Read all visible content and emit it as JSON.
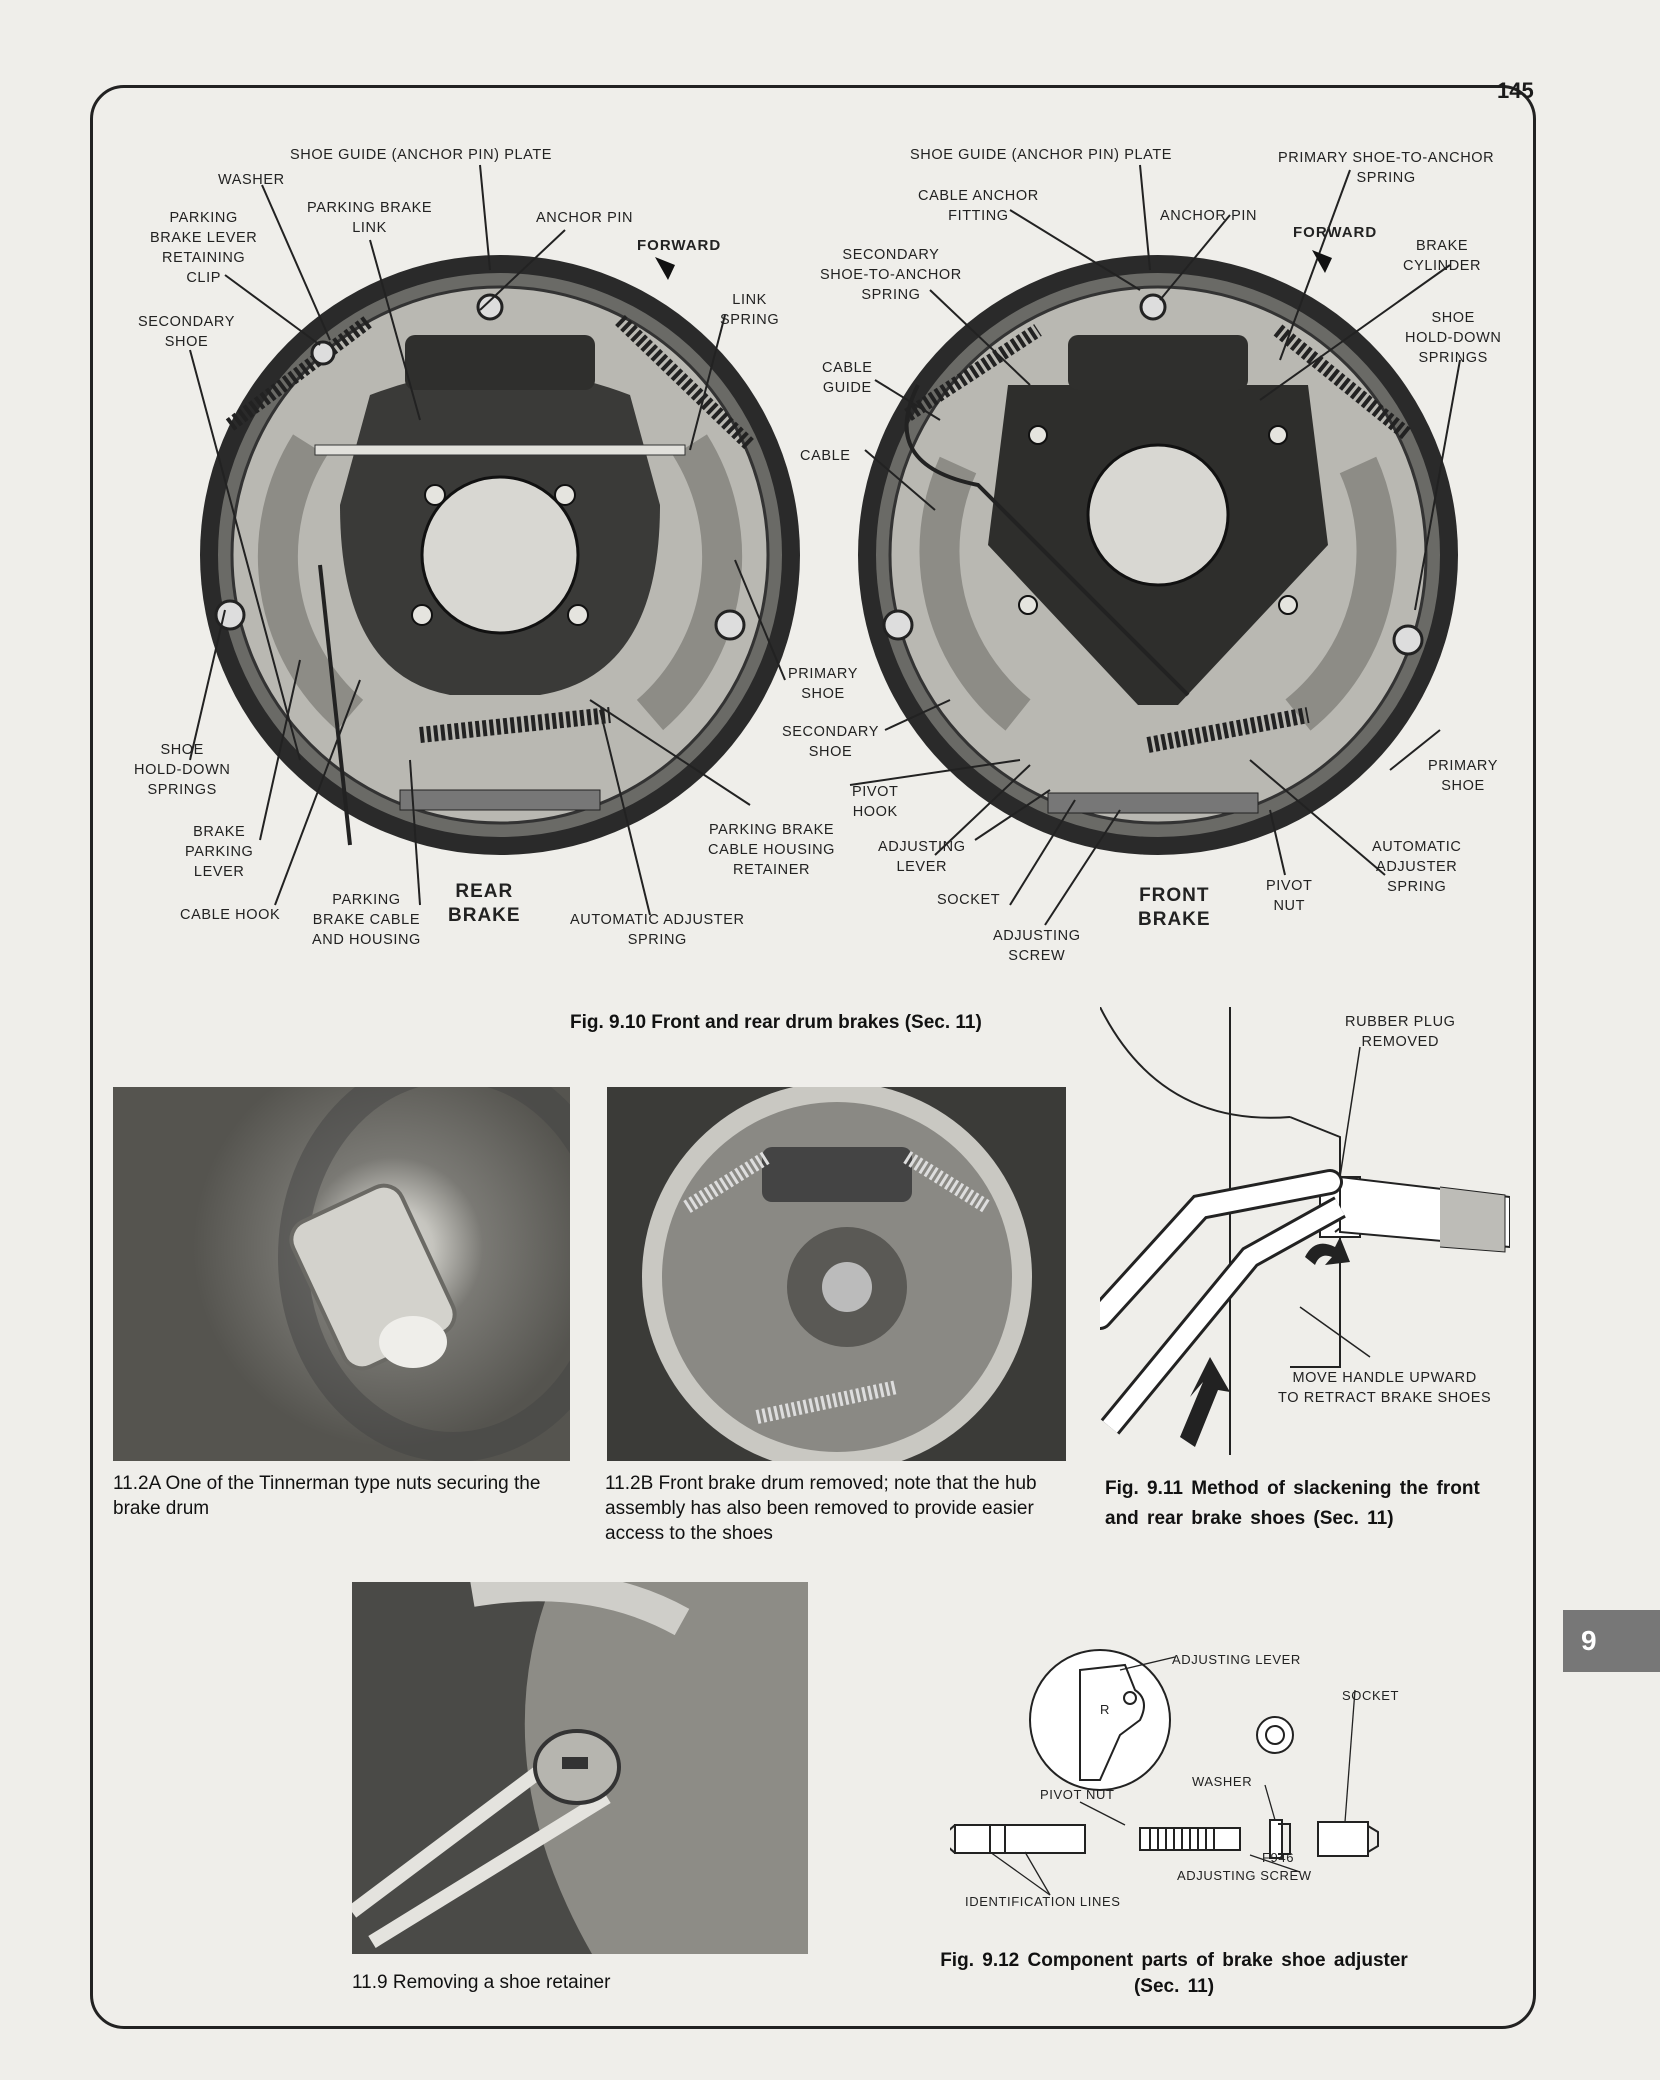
{
  "page_number": "145",
  "chapter_tab": "9",
  "fig910": {
    "rear_labels": {
      "shoe_guide_plate": "SHOE GUIDE (ANCHOR PIN) PLATE",
      "washer": "WASHER",
      "parking_brake_link": "PARKING BRAKE\nLINK",
      "parking_brake_lever_retaining_clip": "PARKING\nBRAKE LEVER\nRETAINING\nCLIP",
      "anchor_pin": "ANCHOR PIN",
      "forward": "FORWARD",
      "secondary_shoe": "SECONDARY\nSHOE",
      "link_spring": "LINK\nSPRING",
      "primary_shoe": "PRIMARY\nSHOE",
      "shoe_hold_down_springs": "SHOE\nHOLD-DOWN\nSPRINGS",
      "brake_parking_lever": "BRAKE\nPARKING\nLEVER",
      "cable_hook": "CABLE HOOK",
      "parking_brake_cable_housing": "PARKING\nBRAKE CABLE\nAND HOUSING",
      "rear_brake": "REAR\nBRAKE",
      "automatic_adjuster_spring": "AUTOMATIC ADJUSTER\nSPRING",
      "parking_brake_cable_housing_retainer": "PARKING BRAKE\nCABLE HOUSING\nRETAINER"
    },
    "front_labels": {
      "shoe_guide_plate": "SHOE GUIDE (ANCHOR PIN) PLATE",
      "primary_shoe_to_anchor_spring": "PRIMARY SHOE-TO-ANCHOR\nSPRING",
      "cable_anchor_fitting": "CABLE ANCHOR\nFITTING",
      "anchor_pin": "ANCHOR PIN",
      "forward": "FORWARD",
      "brake_cylinder": "BRAKE\nCYLINDER",
      "secondary_shoe_to_anchor_spring": "SECONDARY\nSHOE-TO-ANCHOR\nSPRING",
      "shoe_hold_down_springs": "SHOE\nHOLD-DOWN\nSPRINGS",
      "cable_guide": "CABLE\nGUIDE",
      "cable": "CABLE",
      "secondary_shoe": "SECONDARY\nSHOE",
      "primary_shoe": "PRIMARY\nSHOE",
      "pivot_hook": "PIVOT\nHOOK",
      "adjusting_lever": "ADJUSTING\nLEVER",
      "automatic_adjuster_spring": "AUTOMATIC\nADJUSTER\nSPRING",
      "socket": "SOCKET",
      "adjusting_screw": "ADJUSTING\nSCREW",
      "front_brake": "FRONT\nBRAKE",
      "pivot_nut": "PIVOT\nNUT"
    },
    "caption": "Fig. 9.10 Front and rear drum brakes (Sec. 11)"
  },
  "fig911": {
    "rubber_plug": "RUBBER PLUG\nREMOVED",
    "move_handle": "MOVE HANDLE UPWARD\nTO RETRACT BRAKE SHOES",
    "caption": "Fig. 9.11 Method of slackening the front and rear brake shoes (Sec. 11)"
  },
  "photos": {
    "p112a_caption": "11.2A One of the Tinnerman type nuts securing the brake drum",
    "p112b_caption": "11.2B Front brake drum removed; note that the hub assembly has also been removed to provide easier access to the shoes",
    "p119_caption": "11.9 Removing a shoe retainer"
  },
  "fig912": {
    "adjusting_lever": "ADJUSTING LEVER",
    "socket": "SOCKET",
    "washer": "WASHER",
    "pivot_nut": "PIVOT NUT",
    "adjusting_screw": "ADJUSTING SCREW",
    "identification_lines": "IDENTIFICATION LINES",
    "part_code": "F946",
    "lever_letter": "R",
    "caption": "Fig. 9.12 Component parts of brake shoe adjuster (Sec. 11)"
  }
}
